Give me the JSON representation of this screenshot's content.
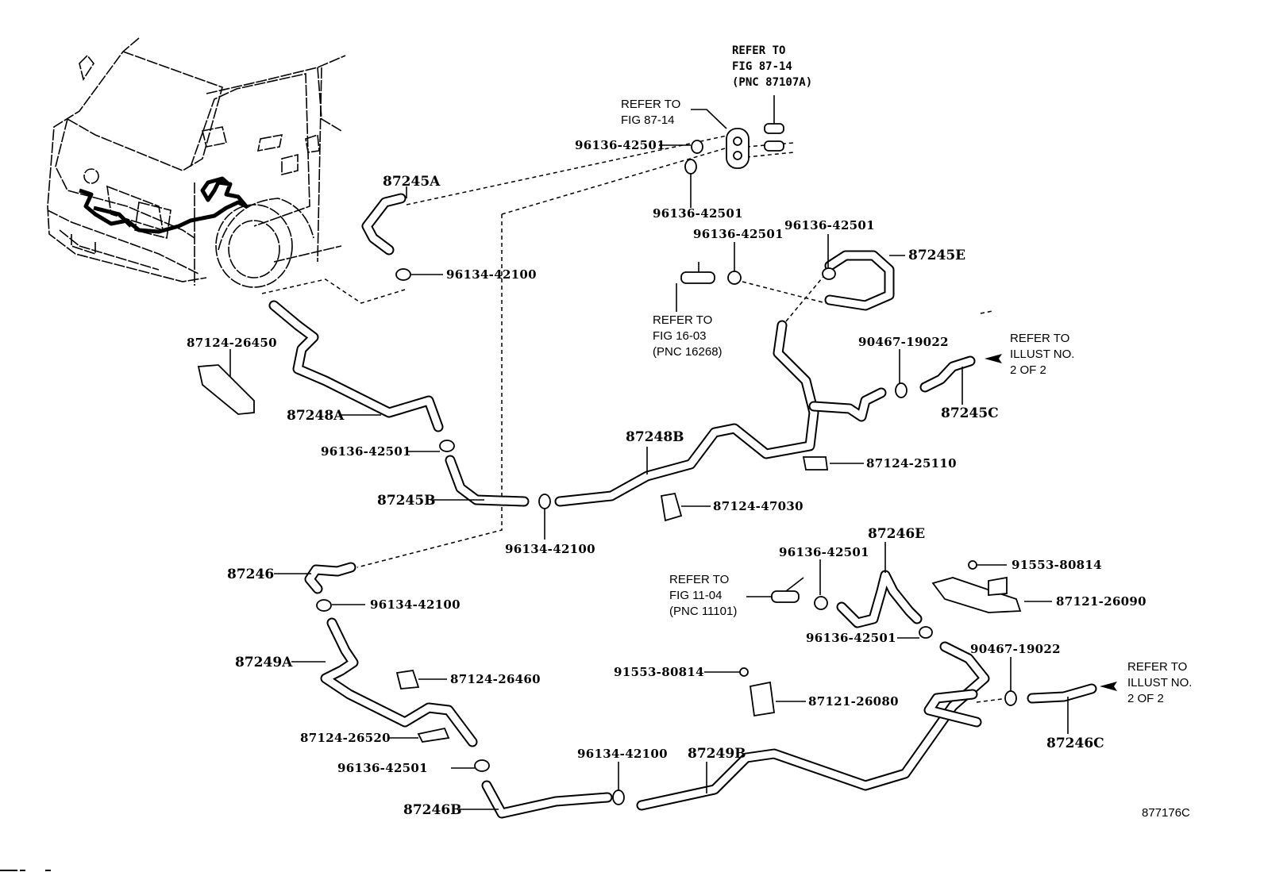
{
  "diagram": {
    "title": "Heater water hose illustration",
    "illustration_number": "877176C",
    "parts": {
      "p87245A": "87245A",
      "p87245B": "87245B",
      "p87245C": "87245C",
      "p87245E": "87245E",
      "p87246": "87246",
      "p87246B": "87246B",
      "p87246C": "87246C",
      "p87246E": "87246E",
      "p87248A": "87248A",
      "p87248B": "87248B",
      "p87249A": "87249A",
      "p87249B": "87249B",
      "p87124_26450": "87124-26450",
      "p87124_25110": "87124-25110",
      "p87124_47030": "87124-47030",
      "p87124_26460": "87124-26460",
      "p87124_26520": "87124-26520",
      "p87121_26090": "87121-26090",
      "p87121_26080": "87121-26080",
      "p91553_80814_a": "91553-80814",
      "p91553_80814_b": "91553-80814",
      "p90467_19022_a": "90467-19022",
      "p90467_19022_b": "90467-19022",
      "p96134_42100_a": "96134-42100",
      "p96134_42100_b": "96134-42100",
      "p96134_42100_c": "96134-42100",
      "p96134_42100_d": "96134-42100",
      "p96136_42501_a": "96136-42501",
      "p96136_42501_b": "96136-42501",
      "p96136_42501_c": "96136-42501",
      "p96136_42501_d": "96136-42501",
      "p96136_42501_e": "96136-42501",
      "p96136_42501_f": "96136-42501",
      "p96136_42501_g": "96136-42501",
      "p96136_42501_h": "96136-42501"
    },
    "references": {
      "fig8714_pnc": [
        "REFER TO",
        "FIG 87-14",
        "(PNC 87107A)"
      ],
      "fig8714": [
        "REFER TO",
        "FIG 87-14"
      ],
      "fig1603": [
        "REFER TO",
        "FIG 16-03",
        "(PNC 16268)"
      ],
      "fig1104": [
        "REFER TO",
        "FIG 11-04",
        "(PNC 11101)"
      ],
      "illust_upper": [
        "REFER TO",
        "ILLUST NO.",
        "2 OF 2"
      ],
      "illust_lower": [
        "REFER TO",
        "ILLUST NO.",
        "2 OF 2"
      ]
    }
  }
}
